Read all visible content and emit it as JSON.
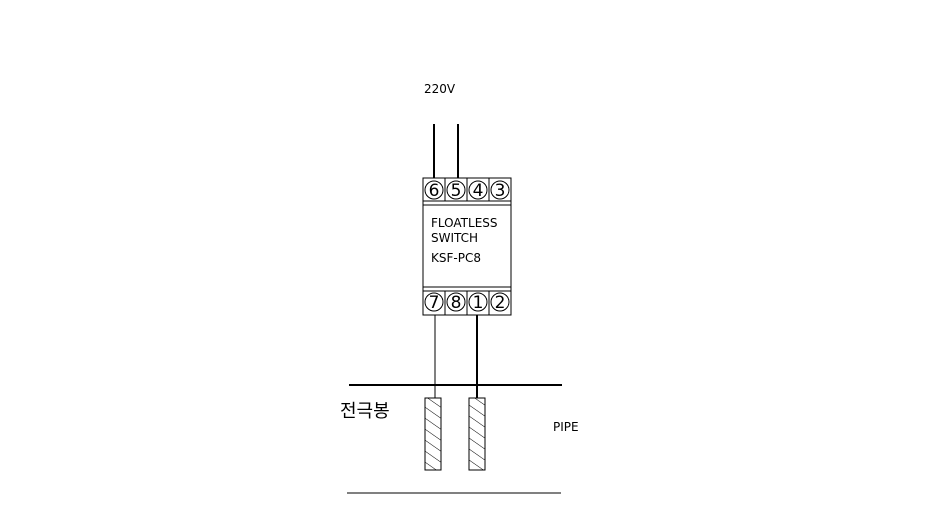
{
  "supply_label": "220V",
  "device": {
    "line1": "FLOATLESS",
    "line2": "SWITCH",
    "model": "KSF-PC8",
    "top_terminals": [
      "6",
      "5",
      "4",
      "3"
    ],
    "bottom_terminals": [
      "7",
      "8",
      "1",
      "2"
    ]
  },
  "electrode_label": "전극봉",
  "pipe_label": "PIPE"
}
